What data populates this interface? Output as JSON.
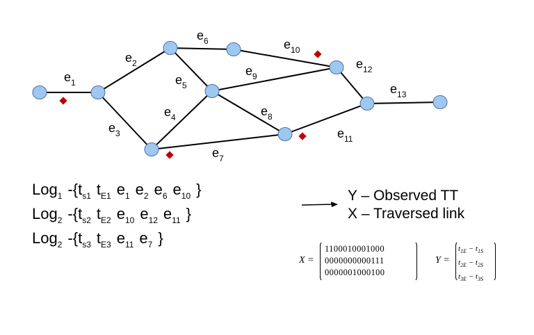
{
  "graph": {
    "nodes": [
      {
        "id": "n1"
      },
      {
        "id": "n2"
      },
      {
        "id": "n3"
      },
      {
        "id": "n4"
      },
      {
        "id": "n5"
      },
      {
        "id": "n6"
      },
      {
        "id": "n7"
      },
      {
        "id": "n8"
      },
      {
        "id": "n9"
      },
      {
        "id": "n10"
      },
      {
        "id": "n11"
      }
    ],
    "edges": [
      {
        "label": "e",
        "sub": "1",
        "from": "n1",
        "to": "n2"
      },
      {
        "label": "e",
        "sub": "2",
        "from": "n2",
        "to": "n3"
      },
      {
        "label": "e",
        "sub": "3",
        "from": "n2",
        "to": "n6"
      },
      {
        "label": "e",
        "sub": "4",
        "from": "n6",
        "to": "n5"
      },
      {
        "label": "e",
        "sub": "5",
        "from": "n3",
        "to": "n5"
      },
      {
        "label": "e",
        "sub": "6",
        "from": "n3",
        "to": "n4"
      },
      {
        "label": "e",
        "sub": "7",
        "from": "n6",
        "to": "n7"
      },
      {
        "label": "e",
        "sub": "8",
        "from": "n5",
        "to": "n7"
      },
      {
        "label": "e",
        "sub": "9",
        "from": "n5",
        "to": "n8"
      },
      {
        "label": "e",
        "sub": "10",
        "from": "n4",
        "to": "n8"
      },
      {
        "label": "e",
        "sub": "11",
        "from": "n7",
        "to": "n9"
      },
      {
        "label": "e",
        "sub": "12",
        "from": "n8",
        "to": "n9"
      },
      {
        "label": "e",
        "sub": "13",
        "from": "n9",
        "to": "n10"
      }
    ],
    "node_color": "#9fc8f0",
    "node_stroke": "#4a6fa5",
    "edge_color": "#000000",
    "marker_color": "#c00000"
  },
  "logs": [
    {
      "name": "Log",
      "idx": "1",
      "items": [
        {
          "t": "-{t",
          "s": "s1"
        },
        {
          "t": "t",
          "s": "E1"
        },
        {
          "t": "e",
          "s": "1"
        },
        {
          "t": "e",
          "s": "2"
        },
        {
          "t": "e",
          "s": "6"
        },
        {
          "t": "e",
          "s": "10"
        },
        {
          "t": "}",
          "s": ""
        }
      ]
    },
    {
      "name": "Log",
      "idx": "2",
      "items": [
        {
          "t": "-{t",
          "s": "s2"
        },
        {
          "t": "t",
          "s": "E2"
        },
        {
          "t": "e",
          "s": "10"
        },
        {
          "t": "e",
          "s": "12"
        },
        {
          "t": "e",
          "s": "11"
        },
        {
          "t": "}",
          "s": ""
        }
      ]
    },
    {
      "name": "Log",
      "idx": "2",
      "items": [
        {
          "t": "-{t",
          "s": "s3"
        },
        {
          "t": "t",
          "s": "E3"
        },
        {
          "t": "e",
          "s": "11"
        },
        {
          "t": "e",
          "s": "7"
        },
        {
          "t": "}",
          "s": ""
        }
      ]
    }
  ],
  "legend": {
    "y_text": "Y – Observed TT",
    "x_text": "X – Traversed link"
  },
  "matrix_x": {
    "label": "X =",
    "rows": [
      "1100010001000",
      "0000000000111",
      "0000001000100"
    ]
  },
  "matrix_y": {
    "label": "Y =",
    "rows": [
      {
        "a": "t",
        "as": "1E",
        "b": "t",
        "bs": "1S"
      },
      {
        "a": "t",
        "as": "2E",
        "b": "t",
        "bs": "2S"
      },
      {
        "a": "t",
        "as": "3E",
        "b": "t",
        "bs": "3S"
      }
    ]
  }
}
